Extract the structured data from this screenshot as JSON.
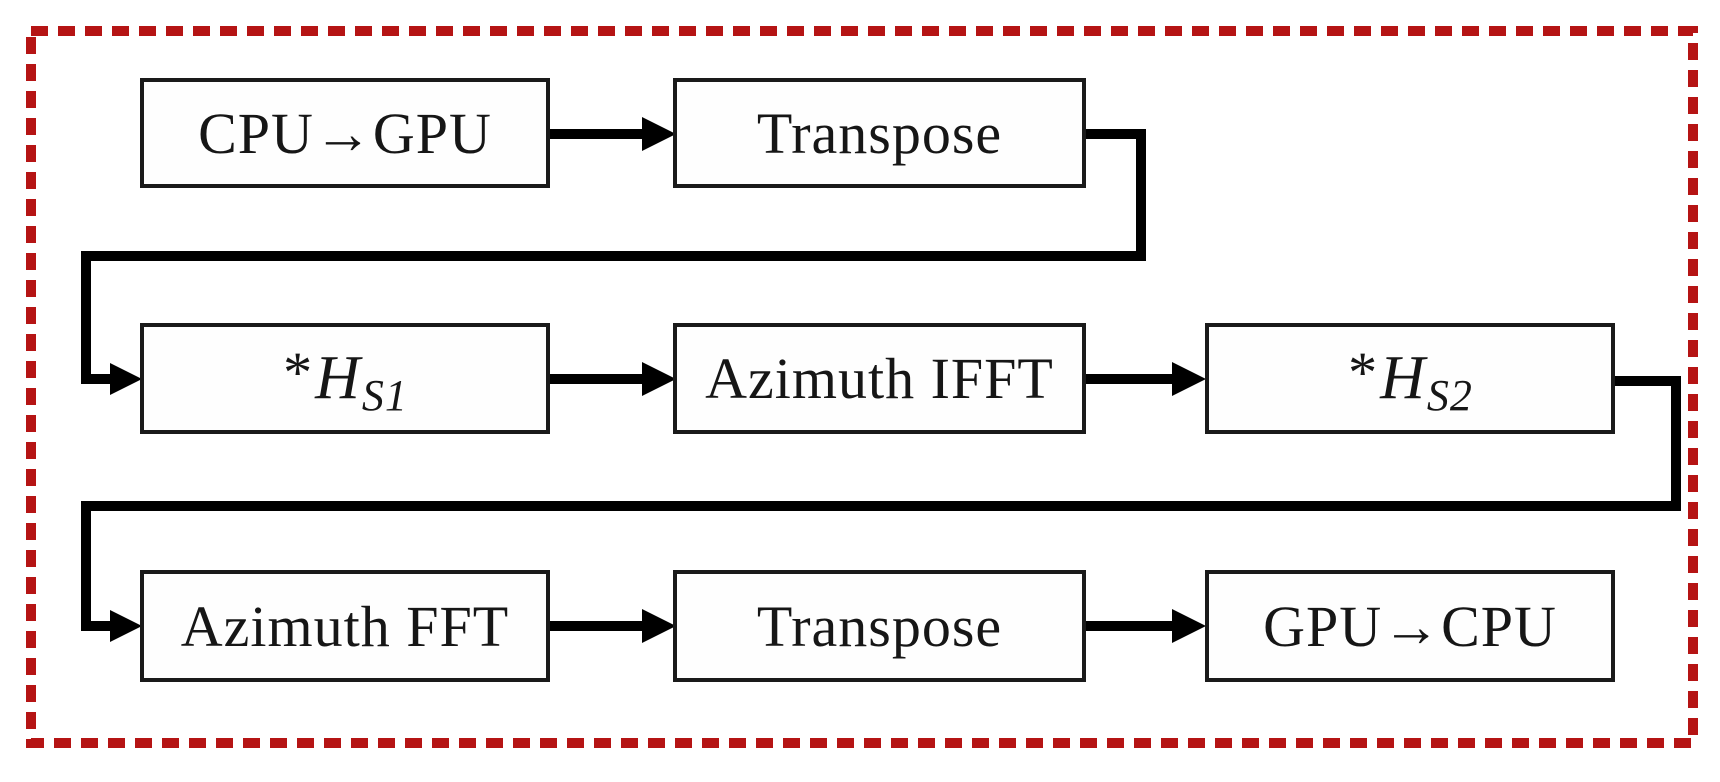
{
  "figure": {
    "type": "flowchart",
    "colors": {
      "frame_red": "#b51414",
      "box_border": "#1a1a1a",
      "arrow_black": "#000000",
      "background": "#ffffff"
    },
    "nodes": [
      {
        "id": "cpu-to-gpu",
        "label": "CPU→GPU"
      },
      {
        "id": "transpose-1",
        "label": "Transpose"
      },
      {
        "id": "h-s1",
        "prefix": "*",
        "symbol": "H",
        "subscript": "S1"
      },
      {
        "id": "azimuth-ifft",
        "label": "Azimuth IFFT"
      },
      {
        "id": "h-s2",
        "prefix": "*",
        "symbol": "H",
        "subscript": "S2"
      },
      {
        "id": "azimuth-fft",
        "label": "Azimuth FFT"
      },
      {
        "id": "transpose-2",
        "label": "Transpose"
      },
      {
        "id": "gpu-to-cpu",
        "label": "GPU→CPU"
      }
    ],
    "edges": [
      {
        "from": "cpu-to-gpu",
        "to": "transpose-1"
      },
      {
        "from": "transpose-1",
        "to": "h-s1"
      },
      {
        "from": "h-s1",
        "to": "azimuth-ifft"
      },
      {
        "from": "azimuth-ifft",
        "to": "h-s2"
      },
      {
        "from": "h-s2",
        "to": "azimuth-fft"
      },
      {
        "from": "azimuth-fft",
        "to": "transpose-2"
      },
      {
        "from": "transpose-2",
        "to": "gpu-to-cpu"
      }
    ]
  }
}
